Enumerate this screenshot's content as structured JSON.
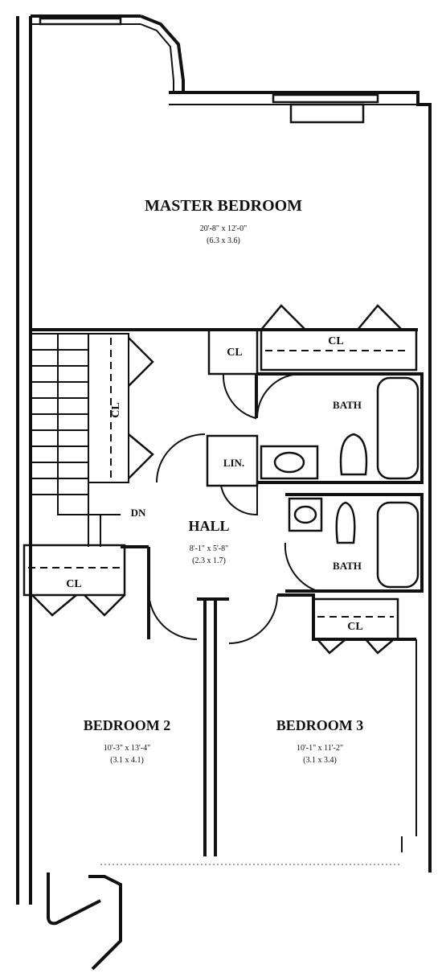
{
  "rooms": {
    "master": {
      "name": "MASTER BEDROOM",
      "dim_imperial": "20'-8\" x 12'-0\"",
      "dim_metric": "(6.3 x 3.6)"
    },
    "hall": {
      "name": "HALL",
      "dim_imperial": "8'-1\" x 5'-8\"",
      "dim_metric": "(2.3 x 1.7)"
    },
    "bedroom2": {
      "name": "BEDROOM 2",
      "dim_imperial": "10'-3\" x 13'-4\"",
      "dim_metric": "(3.1 x 4.1)"
    },
    "bedroom3": {
      "name": "BEDROOM 3",
      "dim_imperial": "10'-1\" x 11'-2\"",
      "dim_metric": "(3.1 x 3.4)"
    },
    "bath_upper": {
      "name": "BATH"
    },
    "bath_lower": {
      "name": "BATH"
    }
  },
  "closets": {
    "master_left": "CL",
    "master_right": "CL",
    "stair_side": "CL",
    "bedroom2": "CL",
    "bedroom3": "CL",
    "linen": "LIN."
  },
  "stairs": {
    "label": "DN"
  }
}
